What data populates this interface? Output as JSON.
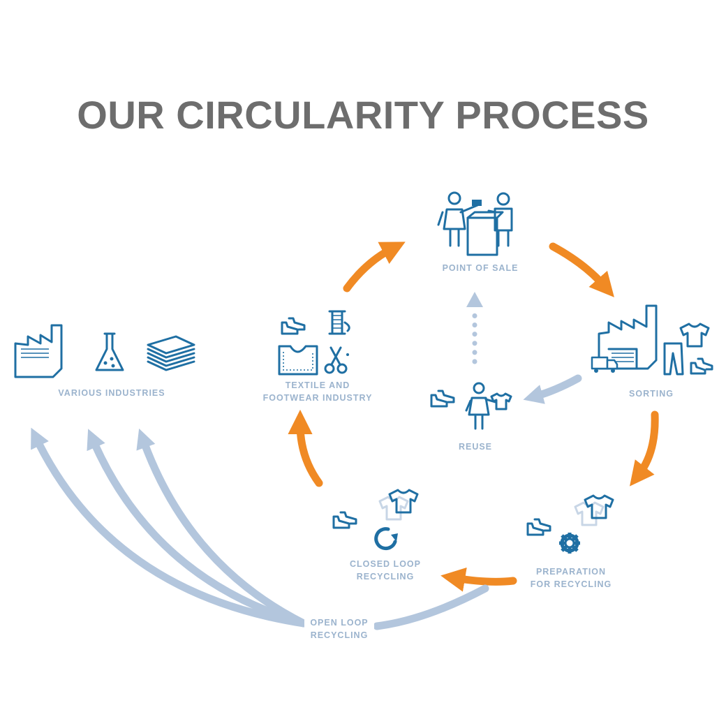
{
  "title": "OUR CIRCULARITY PROCESS",
  "nodes": {
    "point_of_sale": "POINT OF SALE",
    "sorting": "SORTING",
    "reuse": "REUSE",
    "textile_line1": "TEXTILE AND",
    "textile_line2": "FOOTWEAR INDUSTRY",
    "various_industries": "VARIOUS INDUSTRIES",
    "closed_loop_line1": "CLOSED LOOP",
    "closed_loop_line2": "RECYCLING",
    "preparation_line1": "PREPARATION",
    "preparation_line2": "FOR RECYCLING",
    "open_loop_line1": "OPEN LOOP",
    "open_loop_line2": "RECYCLING"
  },
  "colors": {
    "main_flow": "#f08a24",
    "secondary_flow": "#b3c6dd",
    "icons": "#1f6fa3",
    "labels": "#9bb3cd",
    "title": "#6d6d6d"
  }
}
